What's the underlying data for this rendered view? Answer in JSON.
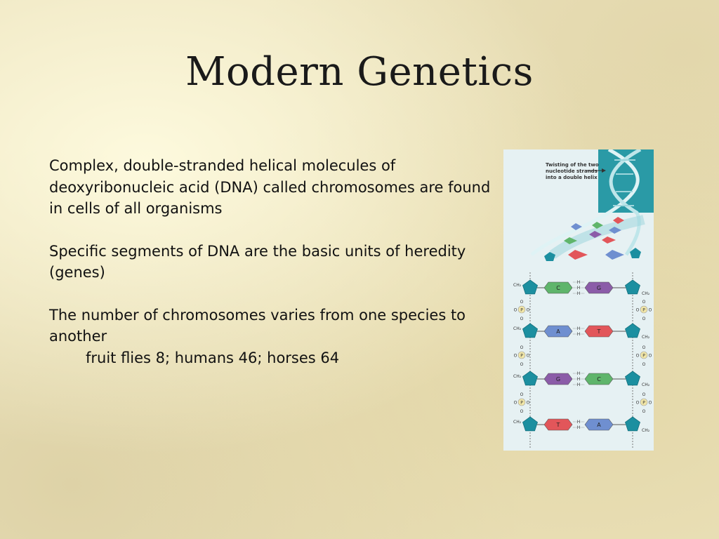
{
  "title": "Modern Genetics",
  "paragraphs": [
    {
      "text": "Complex, double-stranded helical molecules of deoxyribonucleic acid (DNA) called chromosomes are found in cells of all organisms"
    },
    {
      "text": "Specific segments of DNA are the basic units of heredity (genes)"
    },
    {
      "text": "The number of chromosomes varies from one species to another",
      "sub": "fruit flies 8; humans 46; horses 64"
    }
  ],
  "figure": {
    "caption": [
      "Twisting of the two",
      "nucleotide strands",
      "into a double helix"
    ],
    "sugar_label": "CH₂",
    "phosphate_label": "P",
    "oxygen_label": "O",
    "hydrogen_label": "H",
    "pairs": [
      {
        "left": "C",
        "right": "G"
      },
      {
        "left": "A",
        "right": "T"
      },
      {
        "left": "G",
        "right": "C"
      },
      {
        "left": "T",
        "right": "A"
      }
    ],
    "colors": {
      "helix": "#2a9aa6",
      "sugar": "#1c8fa0",
      "C": "#5fb56b",
      "G": "#8b5ca8",
      "A": "#6f8fd0",
      "T": "#e2565a",
      "phosphate": "#f1e6a8"
    }
  }
}
